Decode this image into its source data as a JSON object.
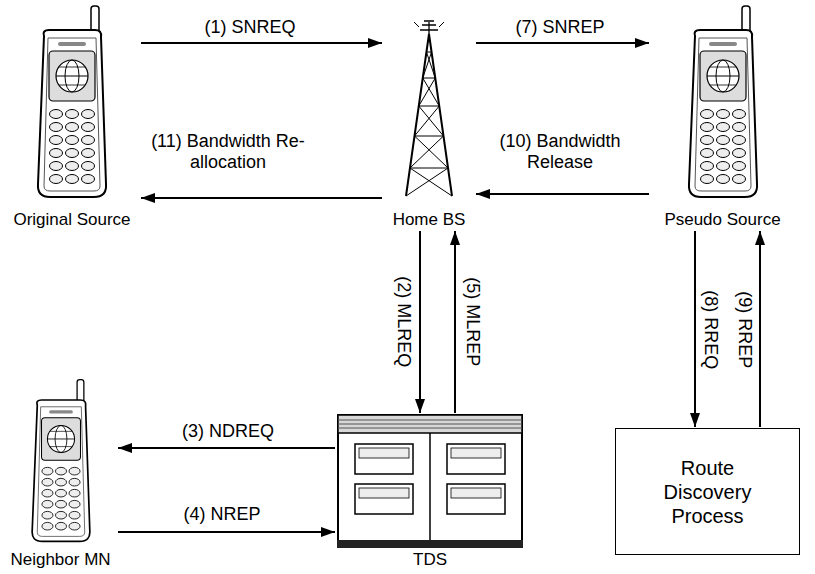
{
  "diagram": {
    "nodes": [
      {
        "text": [
          "Original Source"
        ]
      },
      {
        "text": [
          "Home BS"
        ]
      },
      {
        "text": [
          "Pseudo Source"
        ]
      },
      {
        "text": [
          "Neighbor MN"
        ]
      },
      {
        "text": [
          "TDS"
        ]
      },
      {
        "text": [
          "Route Discovery Process"
        ]
      }
    ],
    "edges": [
      {
        "from": 0,
        "to": 1,
        "label": "(1) SNREQ",
        "arrow": "to"
      },
      {
        "from": 1,
        "to": 2,
        "label": "(7) SNREP",
        "arrow": "to"
      },
      {
        "from": 1,
        "to": 0,
        "label": "(11) Bandwidth Re- allocation",
        "arrow": "to"
      },
      {
        "from": 2,
        "to": 1,
        "label": "(10) Bandwidth Release",
        "arrow": "to"
      },
      {
        "from": 1,
        "to": 4,
        "label": "(2) MLREQ",
        "arrow": "to"
      },
      {
        "from": 4,
        "to": 1,
        "label": "(5) MLREP",
        "arrow": "to"
      },
      {
        "from": 4,
        "to": 3,
        "label": "(3) NDREQ",
        "arrow": "to"
      },
      {
        "from": 3,
        "to": 4,
        "label": "(4) NREP",
        "arrow": "to"
      },
      {
        "from": 2,
        "to": 5,
        "label": "(8) RREQ",
        "arrow": "to"
      },
      {
        "from": 5,
        "to": 2,
        "label": "(9) RREP",
        "arrow": "to"
      }
    ]
  }
}
